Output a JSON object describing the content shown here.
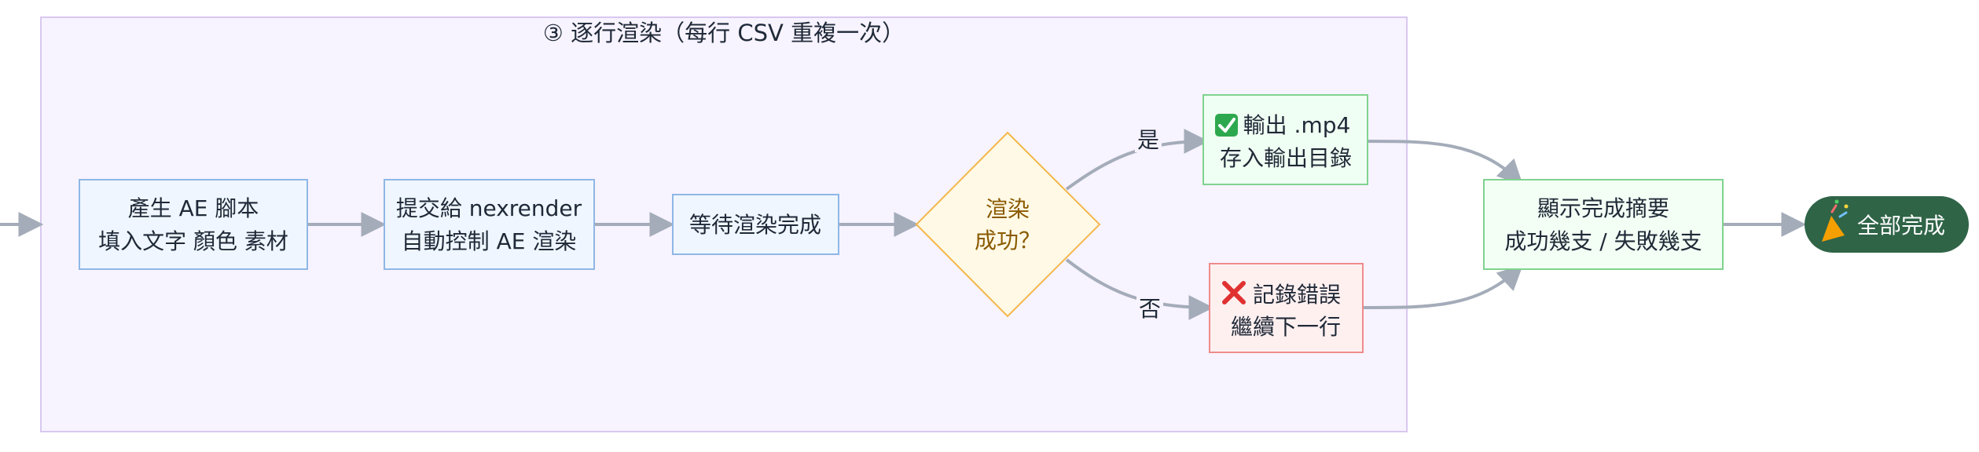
{
  "cluster": {
    "title": "③ 逐行渲染（每行 CSV 重複一次）",
    "fill": "#f7f3ff",
    "stroke": "#d8c8f0"
  },
  "nodes": {
    "generate": {
      "lines": [
        "產生 AE 腳本",
        "填入文字 顏色 素材"
      ],
      "fill": "#eff6ff",
      "stroke": "#8fb7e6"
    },
    "submit": {
      "lines": [
        "提交給 nexrender",
        "自動控制 AE 渲染"
      ],
      "fill": "#eff6ff",
      "stroke": "#8fb7e6"
    },
    "wait": {
      "lines": [
        "等待渲染完成"
      ],
      "fill": "#eff6ff",
      "stroke": "#8fb7e6"
    },
    "decision": {
      "lines": [
        "渲染",
        "成功？"
      ],
      "fill": "#fff9e6",
      "stroke": "#f2b84b",
      "text_color": "#8a5a00"
    },
    "output": {
      "icon": "check-mark-icon",
      "lines": [
        "輸出 .mp4",
        "存入輸出目錄"
      ],
      "fill": "#f0fff3",
      "stroke": "#80d38f"
    },
    "error": {
      "icon": "cross-mark-icon",
      "lines": [
        "記錄錯誤",
        "繼續下一行"
      ],
      "fill": "#fff0f0",
      "stroke": "#ef8b8b"
    },
    "summary": {
      "lines": [
        "顯示完成摘要",
        "成功幾支 / 失敗幾支"
      ],
      "fill": "#f3fff5",
      "stroke": "#80d38f"
    },
    "done": {
      "icon": "party-popper-icon",
      "label": "全部完成",
      "fill": "#2f6447",
      "text_color": "#ffffff"
    }
  },
  "edges": {
    "yes_label": "是",
    "no_label": "否",
    "color": "#a4acb9"
  }
}
